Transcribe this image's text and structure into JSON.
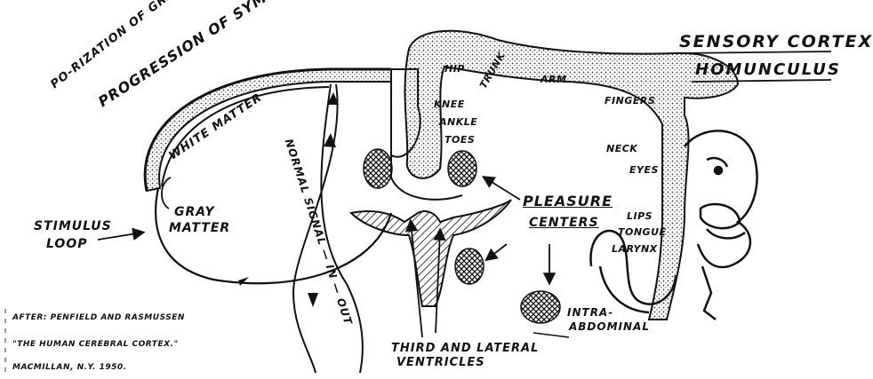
{
  "title": {
    "line1": "SENSORY CORTEX",
    "line2": "HOMUNCULUS"
  },
  "labels": {
    "arc_line1": "PO-RIZATION OF GRAY MATTER CAUSES",
    "arc_line2": "PROGRESSION OF SYMPTOMS",
    "white_matter": "WHITE MATTER",
    "gray_matter_1": "GRAY",
    "gray_matter_2": "MATTER",
    "stimulus_1": "STIMULUS",
    "stimulus_2": "LOOP",
    "signal": "NORMAL SIGNAL — IN — OUT",
    "pleasure_1": "PLEASURE",
    "pleasure_2": "CENTERS",
    "ventricles_1": "THIRD AND LATERAL",
    "ventricles_2": "VENTRICLES",
    "intra_1": "INTRA-",
    "intra_2": "ABDOMINAL",
    "hip": "HIP",
    "knee": "KNEE",
    "ankle": "ANKLE",
    "toes": "TOES",
    "trunk": "TRUNK",
    "arm": "ARM",
    "fingers": "FINGERS",
    "neck": "NECK",
    "eyes": "EYES",
    "lips": "LIPS",
    "tongue": "TONGUE",
    "larynx": "LARYNX"
  },
  "credit": {
    "line1": "AFTER: PENFIELD AND RASMUSSEN",
    "line2": "\"THE HUMAN CEREBRAL CORTEX.\"",
    "line3": "MACMILLAN, N.Y. 1950."
  }
}
